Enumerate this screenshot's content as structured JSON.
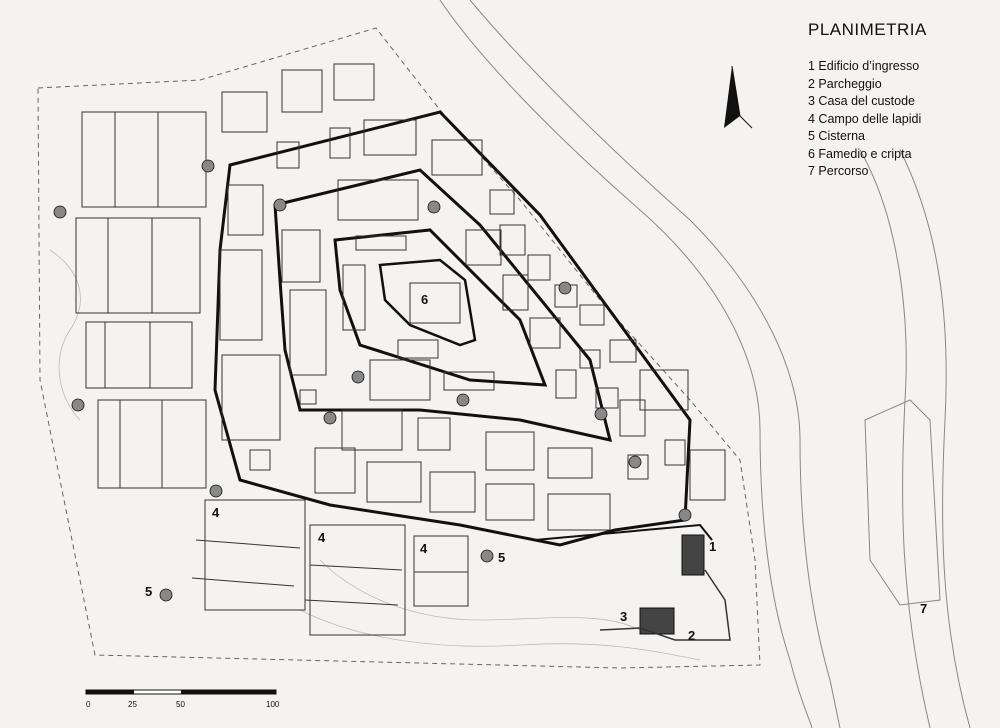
{
  "title": "PLANIMETRIA",
  "legend": [
    "1 Edificio d’ingresso",
    "2 Parcheggio",
    "3 Casa del custode",
    "4 Campo delle lapidi",
    "5 Cisterna",
    "6 Famedio e cripta",
    "7 Percorso"
  ],
  "map_labels": {
    "n1": "1",
    "n2": "2",
    "n3": "3",
    "n4a": "4",
    "n4b": "4",
    "n4c": "4",
    "n5a": "5",
    "n5b": "5",
    "n6": "6",
    "n7": "7"
  },
  "scale": {
    "t0": "0",
    "t25": "25",
    "t50": "50",
    "t100": "100"
  },
  "icons": {
    "north": "north-arrow-icon"
  }
}
